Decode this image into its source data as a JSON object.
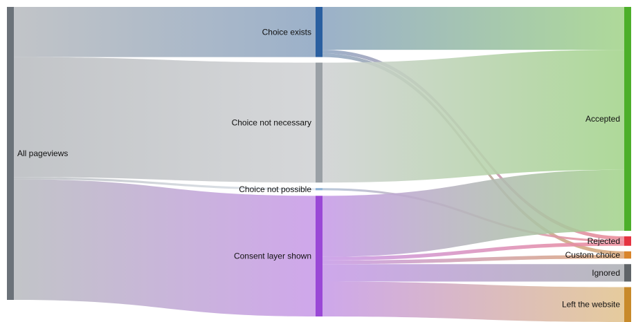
{
  "chart_data": {
    "type": "sankey",
    "nodes": [
      {
        "id": "all",
        "label": "All pageviews",
        "color": "#6b7279",
        "column": 0
      },
      {
        "id": "exists",
        "label": "Choice exists",
        "color": "#2a5fa0",
        "column": 1
      },
      {
        "id": "notnec",
        "label": "Choice not necessary",
        "color": "#9aa0a6",
        "column": 1
      },
      {
        "id": "notposs",
        "label": "Choice not possible",
        "color": "#8ab0d6",
        "column": 1
      },
      {
        "id": "shown",
        "label": "Consent layer shown",
        "color": "#9a48d6",
        "column": 1
      },
      {
        "id": "accepted",
        "label": "Accepted",
        "color": "#4caf2a",
        "column": 2
      },
      {
        "id": "rejected",
        "label": "Rejected",
        "color": "#e53340",
        "column": 2
      },
      {
        "id": "custom",
        "label": "Custom choice",
        "color": "#d9842a",
        "column": 2
      },
      {
        "id": "ignored",
        "label": "Ignored",
        "color": "#5f6468",
        "column": 2
      },
      {
        "id": "left",
        "label": "Left the website",
        "color": "#c88a2a",
        "column": 2
      }
    ],
    "links": [
      {
        "source": "all",
        "target": "exists",
        "value": 69
      },
      {
        "source": "all",
        "target": "notnec",
        "value": 165
      },
      {
        "source": "all",
        "target": "notposs",
        "value": 3
      },
      {
        "source": "all",
        "target": "shown",
        "value": 166
      },
      {
        "source": "exists",
        "target": "accepted",
        "value": 59
      },
      {
        "source": "exists",
        "target": "rejected",
        "value": 5
      },
      {
        "source": "exists",
        "target": "custom",
        "value": 5
      },
      {
        "source": "notnec",
        "target": "accepted",
        "value": 165
      },
      {
        "source": "notposs",
        "target": "rejected",
        "value": 3
      },
      {
        "source": "shown",
        "target": "accepted",
        "value": 84
      },
      {
        "source": "shown",
        "target": "rejected",
        "value": 5
      },
      {
        "source": "shown",
        "target": "custom",
        "value": 5
      },
      {
        "source": "shown",
        "target": "ignored",
        "value": 24
      },
      {
        "source": "shown",
        "target": "left",
        "value": 48
      }
    ]
  }
}
